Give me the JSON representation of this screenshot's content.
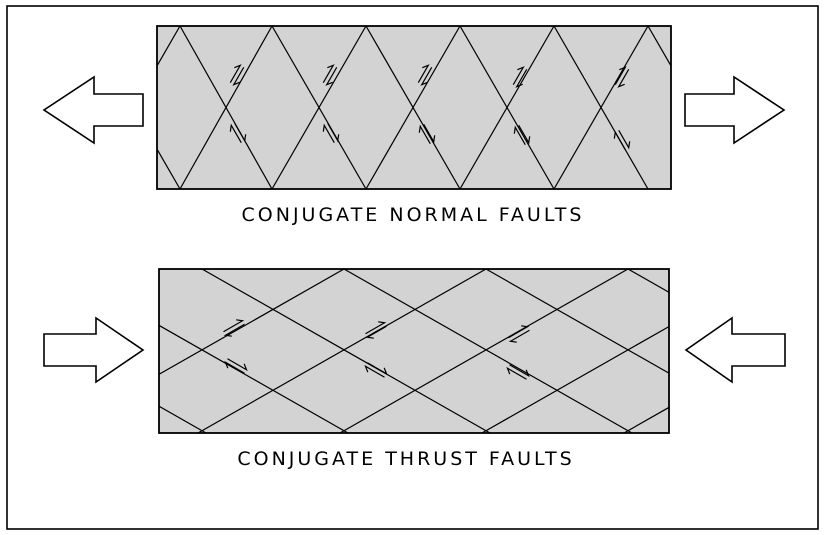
{
  "top_panel": {
    "caption": "CONJUGATE NORMAL FAULTS",
    "arrow_direction": "outward",
    "fill_color": "#d3d3d3"
  },
  "bottom_panel": {
    "caption": "CONJUGATE THRUST FAULTS",
    "arrow_direction": "inward",
    "fill_color": "#d3d3d3"
  },
  "colors": {
    "stroke": "#000000",
    "arrow_fill": "#ffffff",
    "background": "#ffffff"
  }
}
